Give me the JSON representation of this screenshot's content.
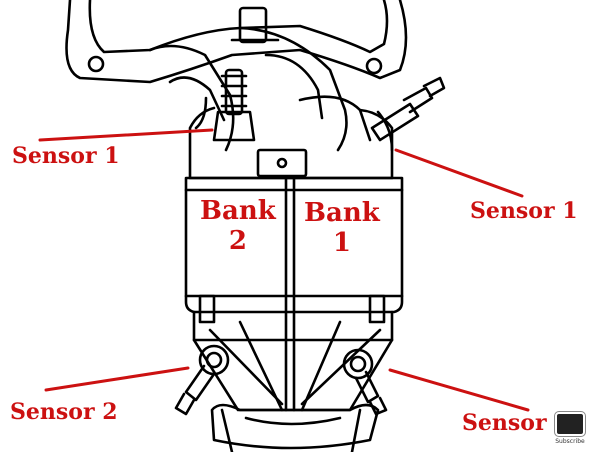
{
  "labels": {
    "sensor1_left": "Sensor 1",
    "sensor1_right": "Sensor 1",
    "sensor2_left": "Sensor 2",
    "sensor2_right": "Sensor",
    "bank2": "Bank\n2",
    "bank1": "Bank\n1"
  },
  "badge": {
    "subscribe": "Subscribe"
  },
  "colors": {
    "label": "#cc1111",
    "ink": "#000000"
  }
}
